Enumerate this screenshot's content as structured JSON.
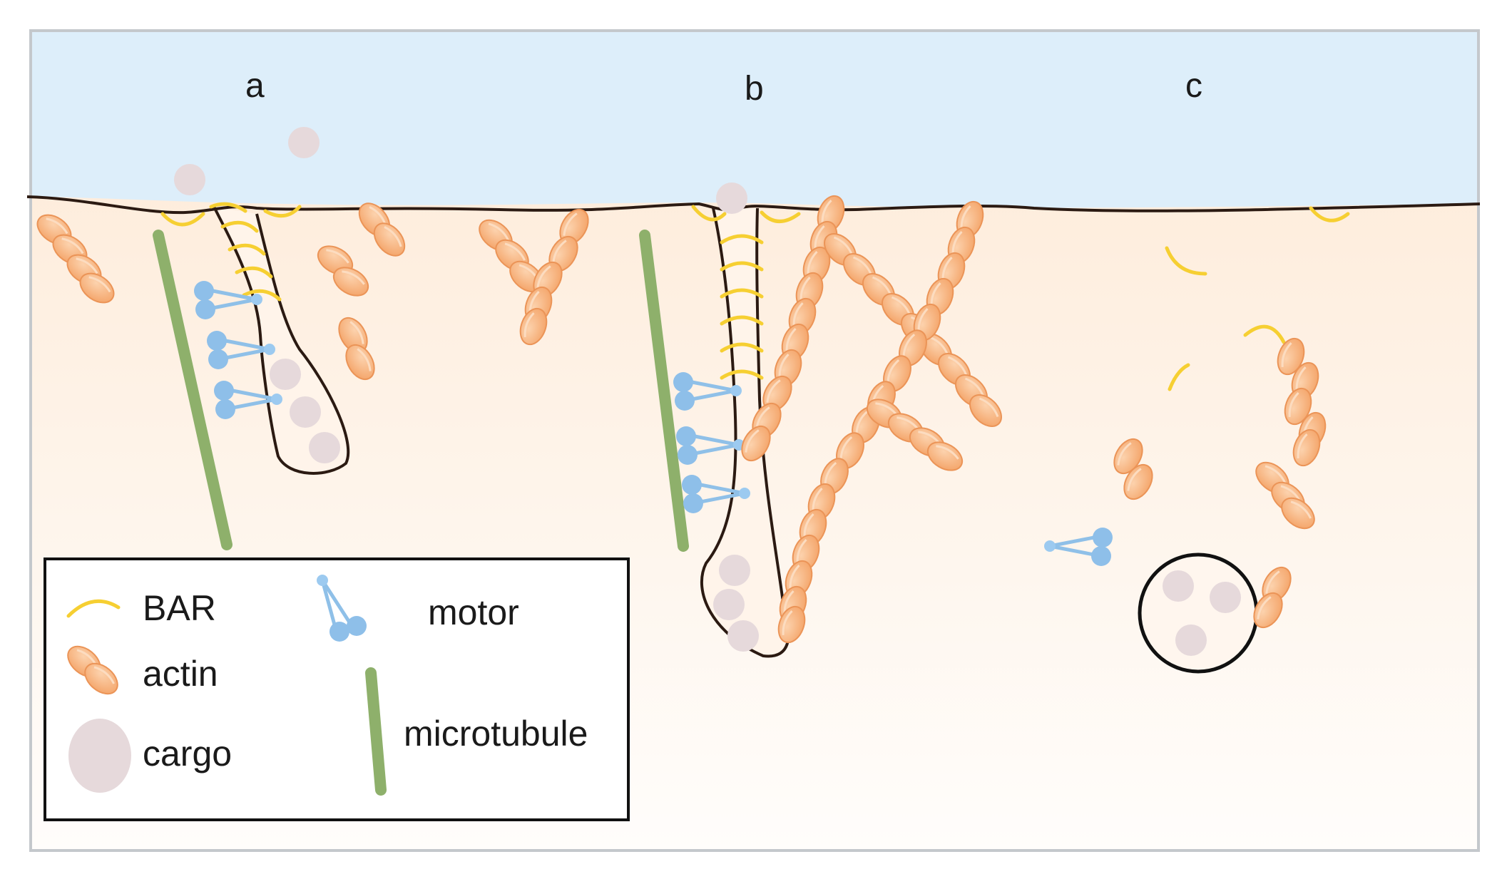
{
  "panels": {
    "a": {
      "label": "a"
    },
    "b": {
      "label": "b"
    },
    "c": {
      "label": "c"
    }
  },
  "legend": {
    "bar": "BAR",
    "actin": "actin",
    "cargo": "cargo",
    "motor": "motor",
    "microtubule": "microtubule"
  },
  "colors": {
    "extracellular": "#ddeefa",
    "cytoplasm": "#fdf0e2",
    "membrane": "#2b1a12",
    "bar": "#f6cf32",
    "actin_fill": "#f7b27d",
    "actin_stroke": "#e88a4c",
    "cargo": "#e5d8da",
    "motor": "#8fc0e8",
    "microtubule": "#8eb06b",
    "frame": "#c4c8cc"
  },
  "icons": [
    "bar-icon",
    "actin-icon",
    "cargo-icon",
    "motor-icon",
    "microtubule-icon"
  ]
}
